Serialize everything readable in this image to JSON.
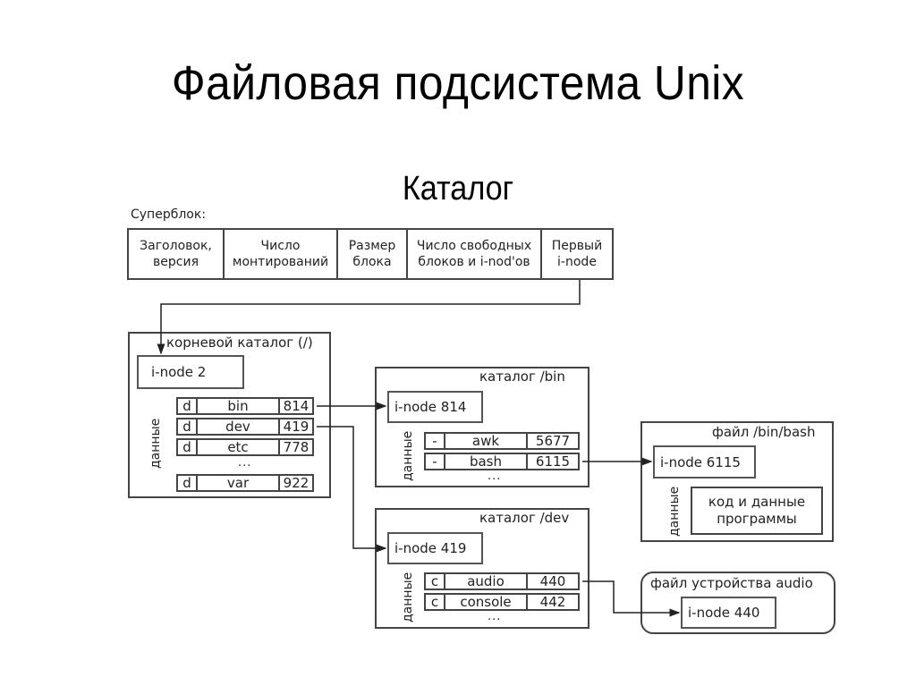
{
  "slide": {
    "title": "Файловая подсистема Unix",
    "subtitle": "Каталог"
  },
  "superblock": {
    "label": "Суперблок:",
    "cells": [
      "Заголовок,\nверсия",
      "Число\nмонтирований",
      "Размер\nблока",
      "Число свободных\nблоков и i-nod'ов",
      "Первый\ni-node"
    ]
  },
  "root_dir": {
    "label": "корневой каталог (/)",
    "inode": "i-node  2",
    "data_label": "данные",
    "rows": [
      {
        "type": "d",
        "name": "bin",
        "inode": "814"
      },
      {
        "type": "d",
        "name": "dev",
        "inode": "419"
      },
      {
        "type": "d",
        "name": "etc",
        "inode": "778"
      },
      {
        "type": "d",
        "name": "var",
        "inode": "922"
      }
    ],
    "ellipsis": "..."
  },
  "bin_dir": {
    "label": "каталог /bin",
    "inode": "i-node  814",
    "data_label": "данные",
    "rows": [
      {
        "type": "-",
        "name": "awk",
        "inode": "5677"
      },
      {
        "type": "-",
        "name": "bash",
        "inode": "6115"
      }
    ],
    "ellipsis": "..."
  },
  "dev_dir": {
    "label": "каталог /dev",
    "inode": "i-node  419",
    "data_label": "данные",
    "rows": [
      {
        "type": "c",
        "name": "audio",
        "inode": "440"
      },
      {
        "type": "c",
        "name": "console",
        "inode": "442"
      }
    ],
    "ellipsis": "..."
  },
  "bash_file": {
    "label": "файл /bin/bash",
    "inode": "i-node  6115",
    "data_label": "данные",
    "content": "код и данные\nпрограммы"
  },
  "audio_device": {
    "label": "файл устройства audio",
    "inode": "i-node  440"
  }
}
